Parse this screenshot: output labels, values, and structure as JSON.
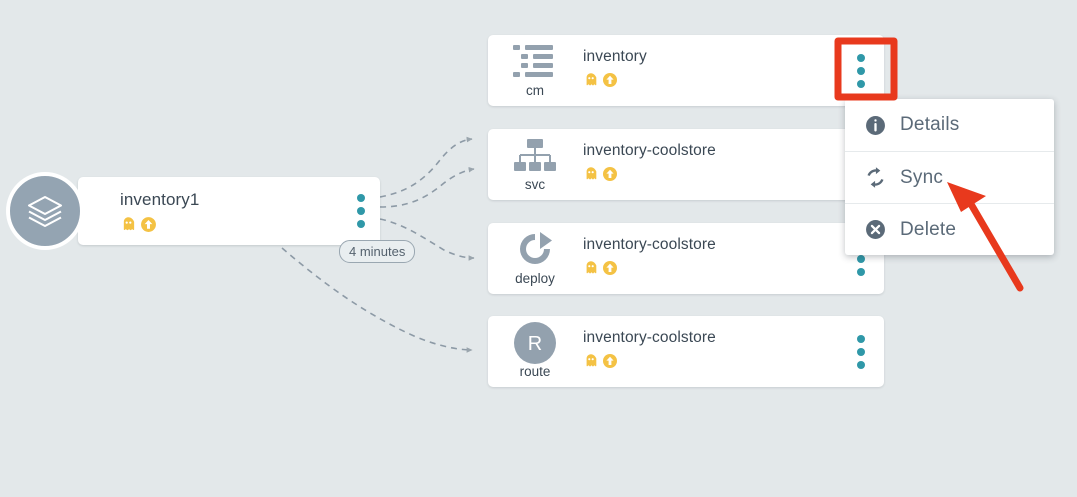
{
  "canvas": {
    "background_color": "#e3e8ea",
    "accent_teal": "#2f98a8",
    "node_gray": "#94a4b2",
    "text_color": "#3b4854",
    "annotation_color": "#e8391d",
    "status_yellow": "#f4c244"
  },
  "app_node": {
    "title": "inventory1",
    "icon": "layers-icon",
    "status_icons": [
      {
        "name": "health-unknown-ghost-icon",
        "color": "#f4c244"
      },
      {
        "name": "out-of-sync-arrow-up-icon",
        "color": "#f4c244"
      }
    ],
    "menu_button": "kebab-menu-icon",
    "time_badge": "4 minutes"
  },
  "resources": [
    {
      "kind": "cm",
      "name": "inventory",
      "icon": "config-map-list-icon",
      "status_icons": [
        {
          "name": "health-unknown-ghost-icon",
          "color": "#f4c244"
        },
        {
          "name": "out-of-sync-arrow-up-icon",
          "color": "#f4c244"
        }
      ],
      "menu_button": "kebab-menu-icon",
      "highlighted": true
    },
    {
      "kind": "svc",
      "name": "inventory-coolstore",
      "icon": "service-sitemap-icon",
      "status_icons": [
        {
          "name": "health-unknown-ghost-icon",
          "color": "#f4c244"
        },
        {
          "name": "out-of-sync-arrow-up-icon",
          "color": "#f4c244"
        }
      ],
      "menu_button": "kebab-menu-icon",
      "highlighted": false
    },
    {
      "kind": "deploy",
      "name": "inventory-coolstore",
      "icon": "deployment-rotate-icon",
      "status_icons": [
        {
          "name": "health-unknown-ghost-icon",
          "color": "#f4c244"
        },
        {
          "name": "out-of-sync-arrow-up-icon",
          "color": "#f4c244"
        }
      ],
      "menu_button": "kebab-menu-icon",
      "highlighted": false
    },
    {
      "kind": "route",
      "name": "inventory-coolstore",
      "icon": "route-circle-r-icon",
      "icon_letter": "R",
      "status_icons": [
        {
          "name": "health-unknown-ghost-icon",
          "color": "#f4c244"
        },
        {
          "name": "out-of-sync-arrow-up-icon",
          "color": "#f4c244"
        }
      ],
      "menu_button": "kebab-menu-icon",
      "highlighted": false
    }
  ],
  "context_menu": {
    "items": [
      {
        "label": "Details",
        "icon": "info-circle-icon"
      },
      {
        "label": "Sync",
        "icon": "sync-refresh-icon"
      },
      {
        "label": "Delete",
        "icon": "delete-x-circle-icon"
      }
    ]
  },
  "annotations": {
    "highlight_box": {
      "target": "cm-card-kebab-menu",
      "color": "#e8391d"
    },
    "arrow": {
      "points_to": "Sync",
      "color": "#e8391d"
    }
  }
}
